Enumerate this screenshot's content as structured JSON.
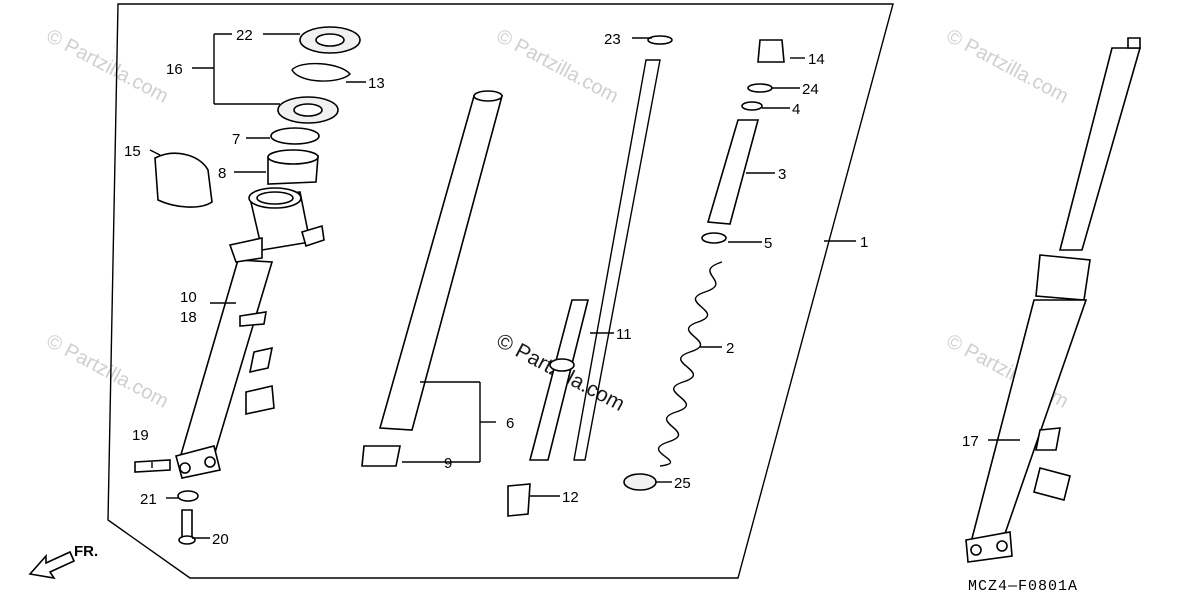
{
  "diagram": {
    "code": "MCZ4—F0801A",
    "direction_label": "FR.",
    "watermark": "© Partzilla.com",
    "watermark_center": "© Partzilla.com",
    "callouts": {
      "c1": "1",
      "c2": "2",
      "c3": "3",
      "c4": "4",
      "c5": "5",
      "c6": "6",
      "c7": "7",
      "c8": "8",
      "c9": "9",
      "c10": "10",
      "c11": "11",
      "c12": "12",
      "c13": "13",
      "c14": "14",
      "c15": "15",
      "c16": "16",
      "c17": "17",
      "c18": "18",
      "c19": "19",
      "c20": "20",
      "c21": "21",
      "c22": "22",
      "c23": "23",
      "c24": "24",
      "c25": "25"
    }
  }
}
